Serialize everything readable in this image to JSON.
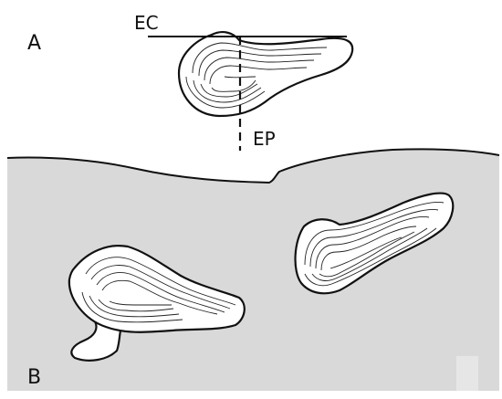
{
  "panels": {
    "top": {
      "label": "A"
    },
    "bottom": {
      "label": "B"
    }
  },
  "axes": {
    "commissural": {
      "label": "EC"
    },
    "posterior": {
      "label": "EP"
    }
  },
  "colors": {
    "stroke": "#111111",
    "sediment": "#d9d9d9",
    "shell": "#ffffff",
    "corner_patch": "#e6e6e6"
  }
}
